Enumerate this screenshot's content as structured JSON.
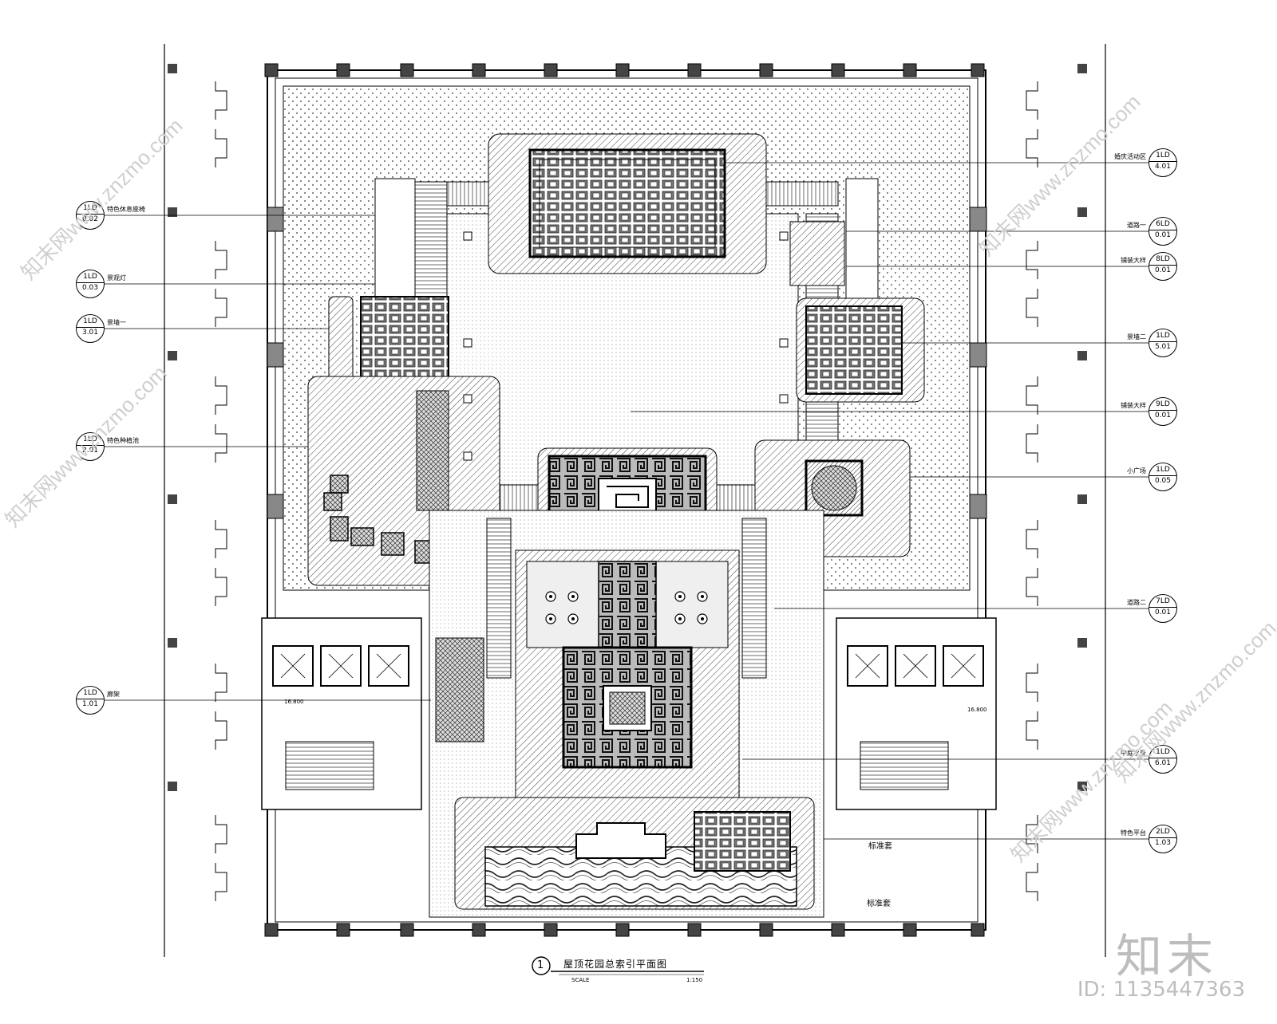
{
  "drawing": {
    "title": "屋顶花园总索引平面图",
    "number": "1",
    "scale_label": "SCALE",
    "scale_value": "1:150",
    "level_left": "16.800",
    "level_right": "16.800"
  },
  "rooms": {
    "room_a": "标准套",
    "room_b": "标准套"
  },
  "callouts_left": [
    {
      "name": "特色休息座椅",
      "top": "1LD",
      "bottom": "0.02"
    },
    {
      "name": "景观灯",
      "top": "1LD",
      "bottom": "0.03"
    },
    {
      "name": "景墙一",
      "top": "1LD",
      "bottom": "3.01"
    },
    {
      "name": "特色种植池",
      "top": "1LD",
      "bottom": "2.01"
    },
    {
      "name": "廊架",
      "top": "1LD",
      "bottom": "1.01"
    }
  ],
  "callouts_right": [
    {
      "name": "婚庆活动区",
      "top": "1LD",
      "bottom": "4.01"
    },
    {
      "name": "道路一",
      "top": "6LD",
      "bottom": "0.01"
    },
    {
      "name": "铺装大样",
      "top": "8LD",
      "bottom": "0.01"
    },
    {
      "name": "景墙二",
      "top": "1LD",
      "bottom": "5.01"
    },
    {
      "name": "铺装大样",
      "top": "9LD",
      "bottom": "0.01"
    },
    {
      "name": "小广场",
      "top": "1LD",
      "bottom": "0.05"
    },
    {
      "name": "道路二",
      "top": "7LD",
      "bottom": "0.01"
    },
    {
      "name": "中庭水景",
      "top": "1LD",
      "bottom": "6.01"
    },
    {
      "name": "特色平台",
      "top": "2LD",
      "bottom": "1.03"
    }
  ],
  "watermark": {
    "text": "知末网www.znzmo.com",
    "brand": "知末",
    "id": "ID: 1135447363"
  }
}
